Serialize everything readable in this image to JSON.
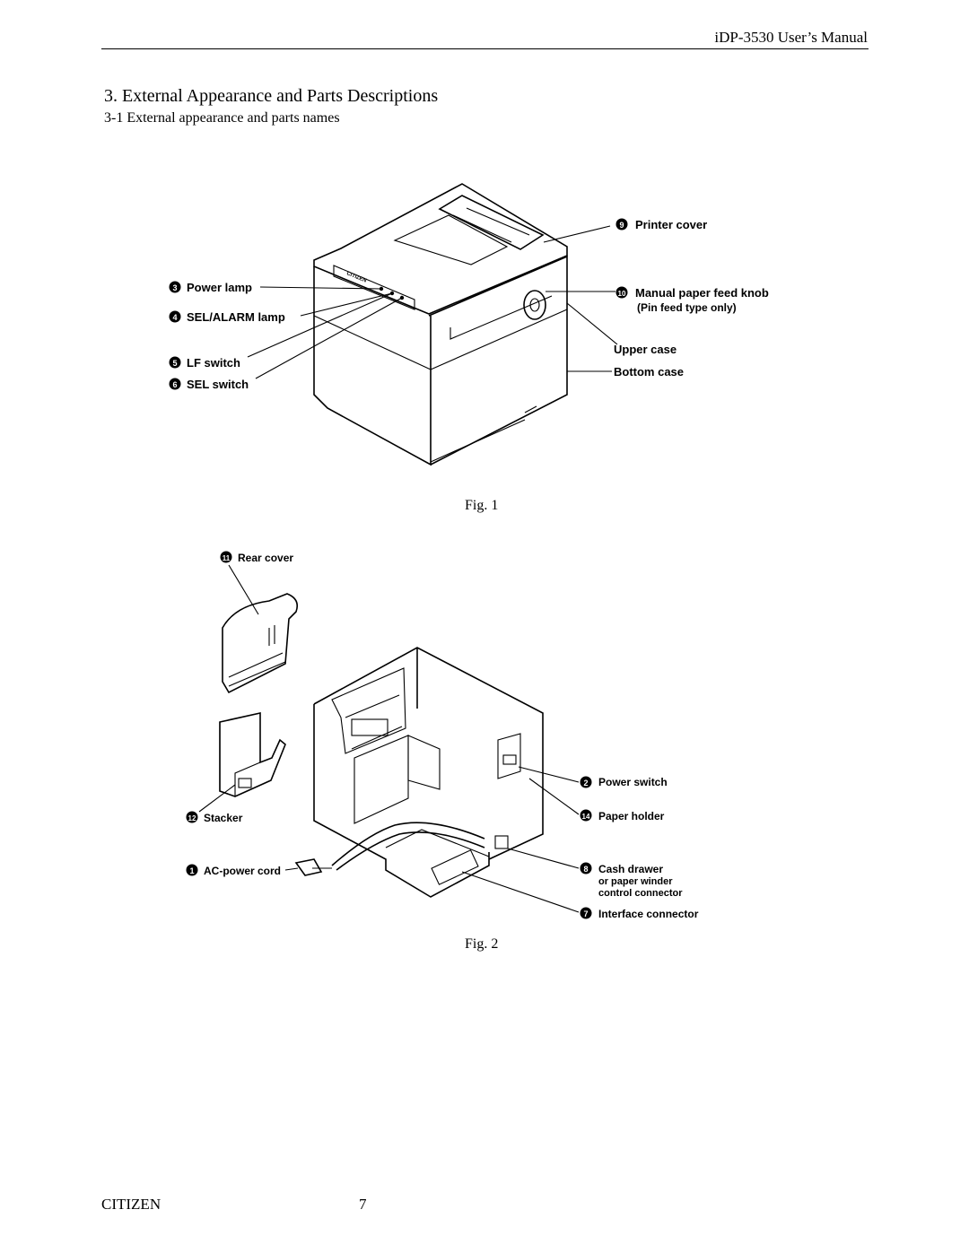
{
  "header": {
    "title": "iDP-3530 User’s Manual"
  },
  "section": {
    "title": "3. External Appearance and Parts Descriptions",
    "subtitle": "3-1 External appearance and parts names"
  },
  "figure1": {
    "caption": "Fig. 1",
    "callouts": [
      {
        "num": "9",
        "label": "Printer cover"
      },
      {
        "num": "3",
        "label": "Power lamp"
      },
      {
        "num": "10",
        "label": "Manual paper feed knob",
        "sublabel": "(Pin feed type only)"
      },
      {
        "num": "4",
        "label": "SEL/ALARM lamp"
      },
      {
        "num": "",
        "label": "Upper case"
      },
      {
        "num": "5",
        "label": "LF switch"
      },
      {
        "num": "",
        "label": "Bottom case"
      },
      {
        "num": "6",
        "label": "SEL switch"
      }
    ],
    "brand_on_panel": "CITIZEN"
  },
  "figure2": {
    "caption": "Fig. 2",
    "callouts": [
      {
        "num": "11",
        "label": "Rear cover"
      },
      {
        "num": "2",
        "label": "Power switch"
      },
      {
        "num": "12",
        "label": "Stacker"
      },
      {
        "num": "14",
        "label": "Paper holder"
      },
      {
        "num": "1",
        "label": "AC-power cord"
      },
      {
        "num": "8",
        "label": "Cash drawer",
        "sublabel": "or paper winder",
        "sublabel2": "control connector"
      },
      {
        "num": "7",
        "label": "Interface connector"
      }
    ]
  },
  "footer": {
    "brand": "CITIZEN",
    "page": "7"
  }
}
